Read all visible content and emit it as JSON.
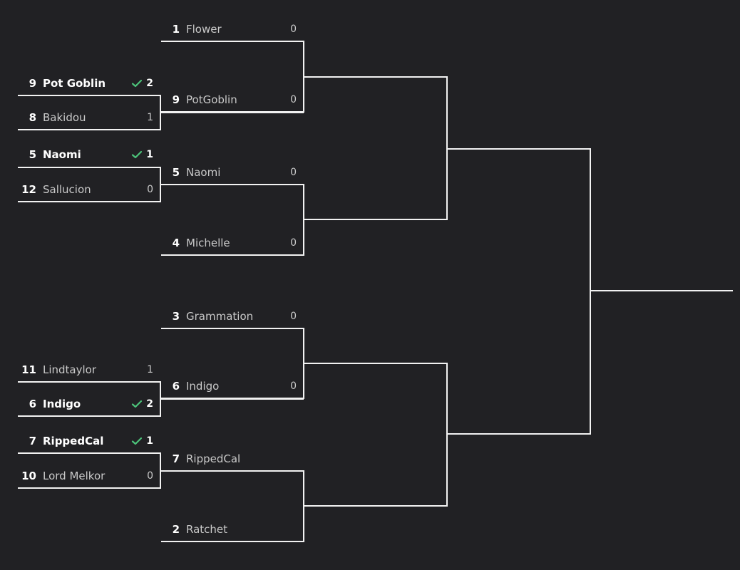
{
  "rounds": [
    {
      "name": "",
      "matches": [
        {
          "slots": [
            {
              "seed": "9",
              "name": "Pot Goblin",
              "score": "2",
              "winner": true
            },
            {
              "seed": "8",
              "name": "Bakidou",
              "score": "1",
              "winner": false
            }
          ]
        },
        {
          "slots": [
            {
              "seed": "5",
              "name": "Naomi",
              "score": "1",
              "winner": true
            },
            {
              "seed": "12",
              "name": "Sallucion",
              "score": "0",
              "winner": false
            }
          ]
        },
        {
          "slots": [
            {
              "seed": "11",
              "name": "Lindtaylor",
              "score": "1",
              "winner": false
            },
            {
              "seed": "6",
              "name": "Indigo",
              "score": "2",
              "winner": true
            }
          ]
        },
        {
          "slots": [
            {
              "seed": "7",
              "name": "RippedCal",
              "score": "1",
              "winner": true
            },
            {
              "seed": "10",
              "name": "Lord Melkor",
              "score": "0",
              "winner": false
            }
          ]
        }
      ]
    },
    {
      "name": "",
      "matches": [
        {
          "slots": [
            {
              "seed": "1",
              "name": "Flower",
              "score": "0",
              "winner": false
            },
            {
              "seed": "9",
              "name": "PotGoblin",
              "score": "0",
              "winner": false
            }
          ]
        },
        {
          "slots": [
            {
              "seed": "5",
              "name": "Naomi",
              "score": "0",
              "winner": false
            },
            {
              "seed": "4",
              "name": "Michelle",
              "score": "0",
              "winner": false
            }
          ]
        },
        {
          "slots": [
            {
              "seed": "3",
              "name": "Grammation",
              "score": "0",
              "winner": false
            },
            {
              "seed": "6",
              "name": "Indigo",
              "score": "0",
              "winner": false
            }
          ]
        },
        {
          "slots": [
            {
              "seed": "7",
              "name": "RippedCal",
              "score": "",
              "winner": false
            },
            {
              "seed": "2",
              "name": "Ratchet",
              "score": "",
              "winner": false
            }
          ]
        }
      ]
    }
  ],
  "colors": {
    "background": "#212124",
    "line": "#f2f2f2",
    "check": "#4cc37a",
    "text": "#c9c9c9",
    "text_bold": "#ffffff"
  },
  "icons": {
    "winner": "check-icon"
  }
}
